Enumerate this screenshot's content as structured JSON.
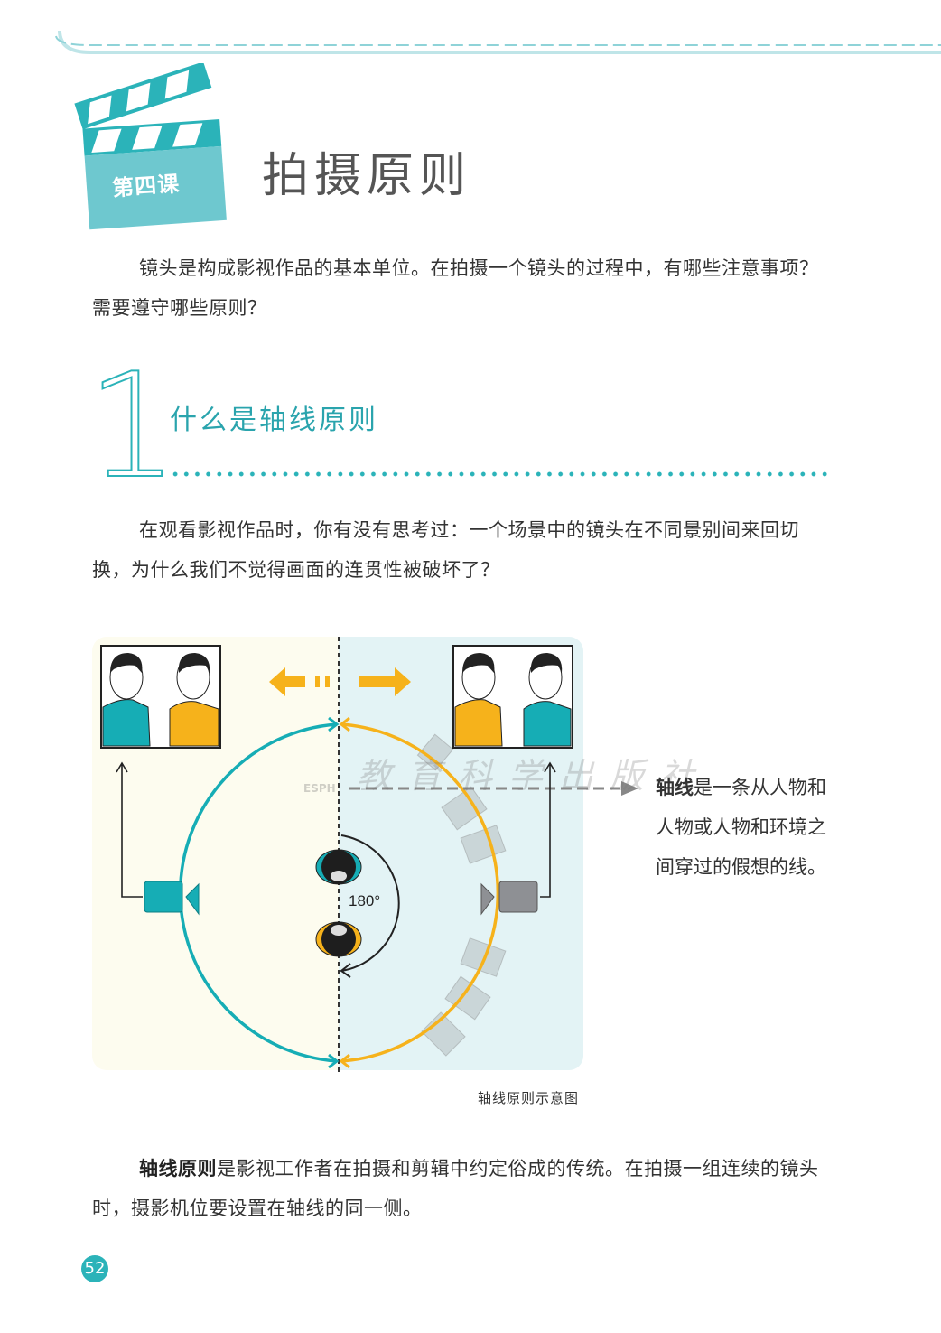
{
  "header": {
    "lesson_label": "第四课",
    "title": "拍摄原则"
  },
  "intro": "镜头是构成影视作品的基本单位。在拍摄一个镜头的过程中，有哪些注意事项？需要遵守哪些原则？",
  "section": {
    "number": "1",
    "title": "什么是轴线原则"
  },
  "question": "在观看影视作品时，你有没有思考过：一个场景中的镜头在不同景别间来回切换，为什么我们不觉得画面的连贯性被破坏了？",
  "diagram": {
    "angle_label": "180°",
    "caption": "轴线原则示意图",
    "colors": {
      "teal": "#16adb5",
      "orange": "#f6b21b",
      "left_bg": "#fdfcef",
      "right_bg": "#e3f3f5"
    }
  },
  "side_note": {
    "term": "轴线",
    "text": "是一条从人物和人物或人物和环境之间穿过的假想的线。"
  },
  "principle": {
    "term": "轴线原则",
    "text": "是影视工作者在拍摄和剪辑中约定俗成的传统。在拍摄一组连续的镜头时，摄影机位要设置在轴线的同一侧。"
  },
  "watermark": {
    "text": "教育科学出版社",
    "abbr": "ESPH"
  },
  "page_number": "52"
}
